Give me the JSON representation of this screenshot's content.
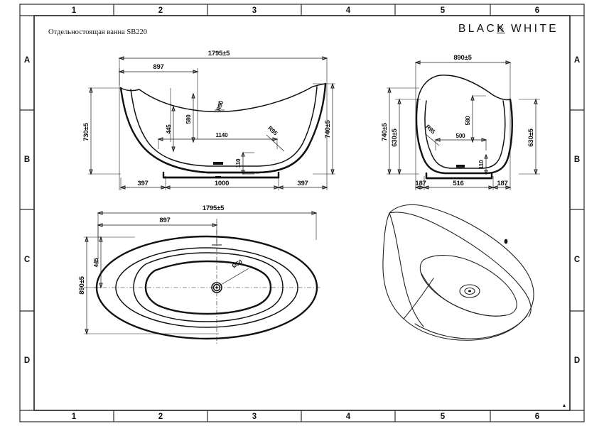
{
  "sheet": {
    "title": "Отдельностоящая ванна SB220",
    "logo": {
      "text_left": "BLACK",
      "ampersand": "&",
      "text_right": "WHITE"
    },
    "zones_horizontal": [
      "1",
      "2",
      "3",
      "4",
      "5",
      "6"
    ],
    "zones_vertical": [
      "A",
      "B",
      "C",
      "D"
    ],
    "line_color": "#111111",
    "background": "#ffffff"
  },
  "views": {
    "front": {
      "name": "front-elevation",
      "dimensions": {
        "overall_length": "1795±5",
        "back_rest_offset": "897",
        "left_height": "730±5",
        "right_height": "740±5",
        "inner_depth_upper": "580",
        "inner_depth_lower": "445",
        "inner_length": "1140",
        "corner_radius": "R95",
        "small_radius": "R90",
        "foot_height": "110",
        "base_left": "397",
        "base_center": "1000",
        "base_right": "397"
      }
    },
    "side": {
      "name": "side-elevation",
      "dimensions": {
        "overall_width": "890±5",
        "height_left": "740±5",
        "rim_height_left": "630±5",
        "rim_height_right": "630±5",
        "inner_depth_upper": "580",
        "inner_width": "500",
        "corner_radius": "R95",
        "foot_height": "110",
        "base_left": "187",
        "base_center": "516",
        "base_right": "187"
      }
    },
    "top": {
      "name": "top-plan",
      "dimensions": {
        "overall_length": "1795±5",
        "drain_offset": "897",
        "half_width": "445",
        "overall_width": "890±5",
        "drain_diameter": "Ø50"
      }
    },
    "iso": {
      "name": "isometric-view"
    }
  }
}
